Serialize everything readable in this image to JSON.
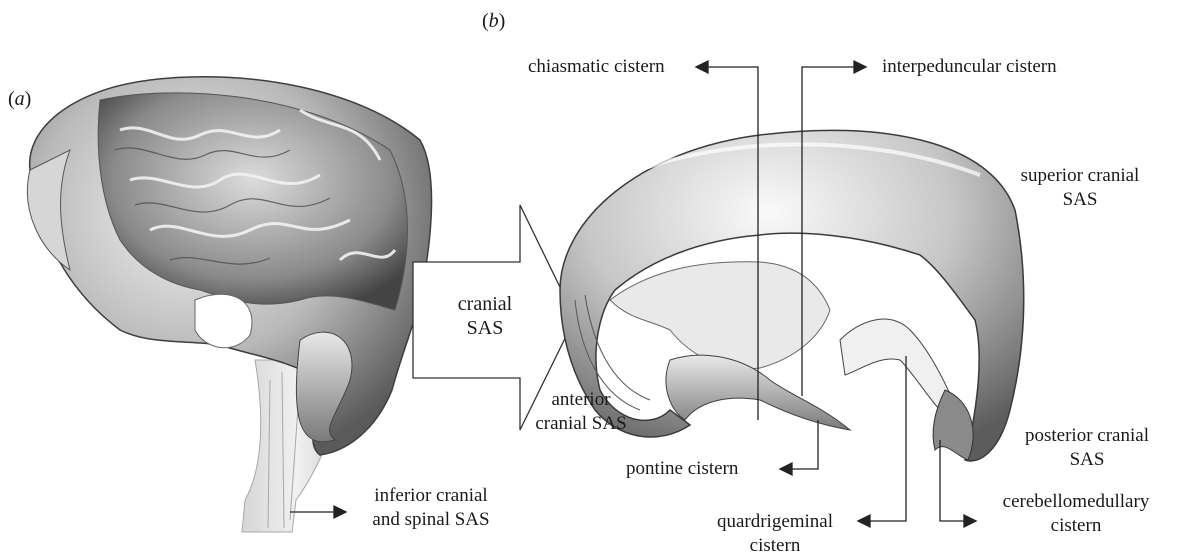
{
  "panels": {
    "a": {
      "letter": "a"
    },
    "b": {
      "letter": "b"
    }
  },
  "arrow_text": {
    "line1": "cranial",
    "line2": "SAS"
  },
  "labels": {
    "chiasmatic": "chiasmatic cistern",
    "interpeduncular": "interpeduncular cistern",
    "superior": {
      "line1": "superior cranial",
      "line2": "SAS"
    },
    "anterior": {
      "line1": "anterior",
      "line2": "cranial SAS"
    },
    "pontine": "pontine cistern",
    "posterior": {
      "line1": "posterior cranial",
      "line2": "SAS"
    },
    "quadrigeminal": {
      "line1": "quardrigeminal",
      "line2": "cistern"
    },
    "cerebellomedullary": {
      "line1": "cerebellomedullary",
      "line2": "cistern"
    },
    "inferior": {
      "line1": "inferior cranial",
      "line2": "and spinal SAS"
    }
  }
}
